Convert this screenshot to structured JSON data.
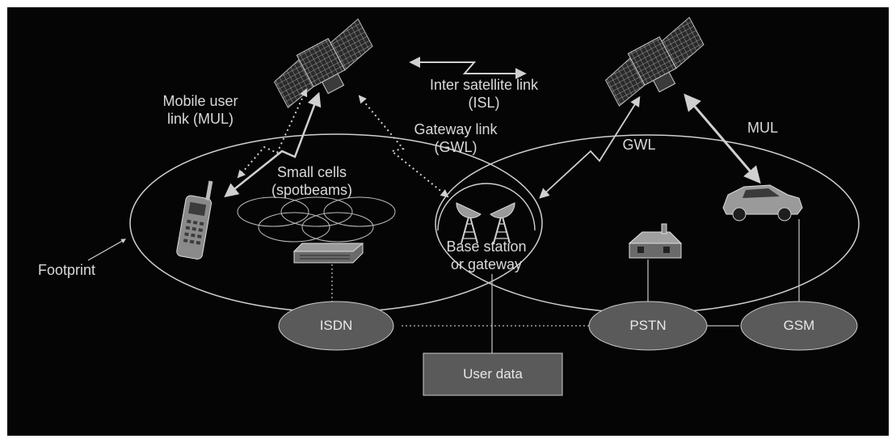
{
  "labels": {
    "mul_left_line1": "Mobile user",
    "mul_left_line2": "link (MUL)",
    "isl_line1": "Inter satellite link",
    "isl_line2": "(ISL)",
    "gwl_left_line1": "Gateway link",
    "gwl_left_line2": "(GWL)",
    "gwl_right": "GWL",
    "mul_right": "MUL",
    "small_cells_line1": "Small cells",
    "small_cells_line2": "(spotbeams)",
    "base_station_line1": "Base station",
    "base_station_line2": "or gateway",
    "footprint": "Footprint"
  },
  "nodes": {
    "isdn": "ISDN",
    "pstn": "PSTN",
    "gsm": "GSM",
    "user_data": "User data"
  },
  "colors": {
    "background": "#050505",
    "line": "#cfcfcf",
    "node_fill": "#5a5a5a",
    "text": "#d9d9d9"
  },
  "icons": [
    "satellite-icon",
    "mobile-phone-icon",
    "office-building-icon",
    "antenna-tower-icon",
    "house-icon",
    "car-icon"
  ]
}
